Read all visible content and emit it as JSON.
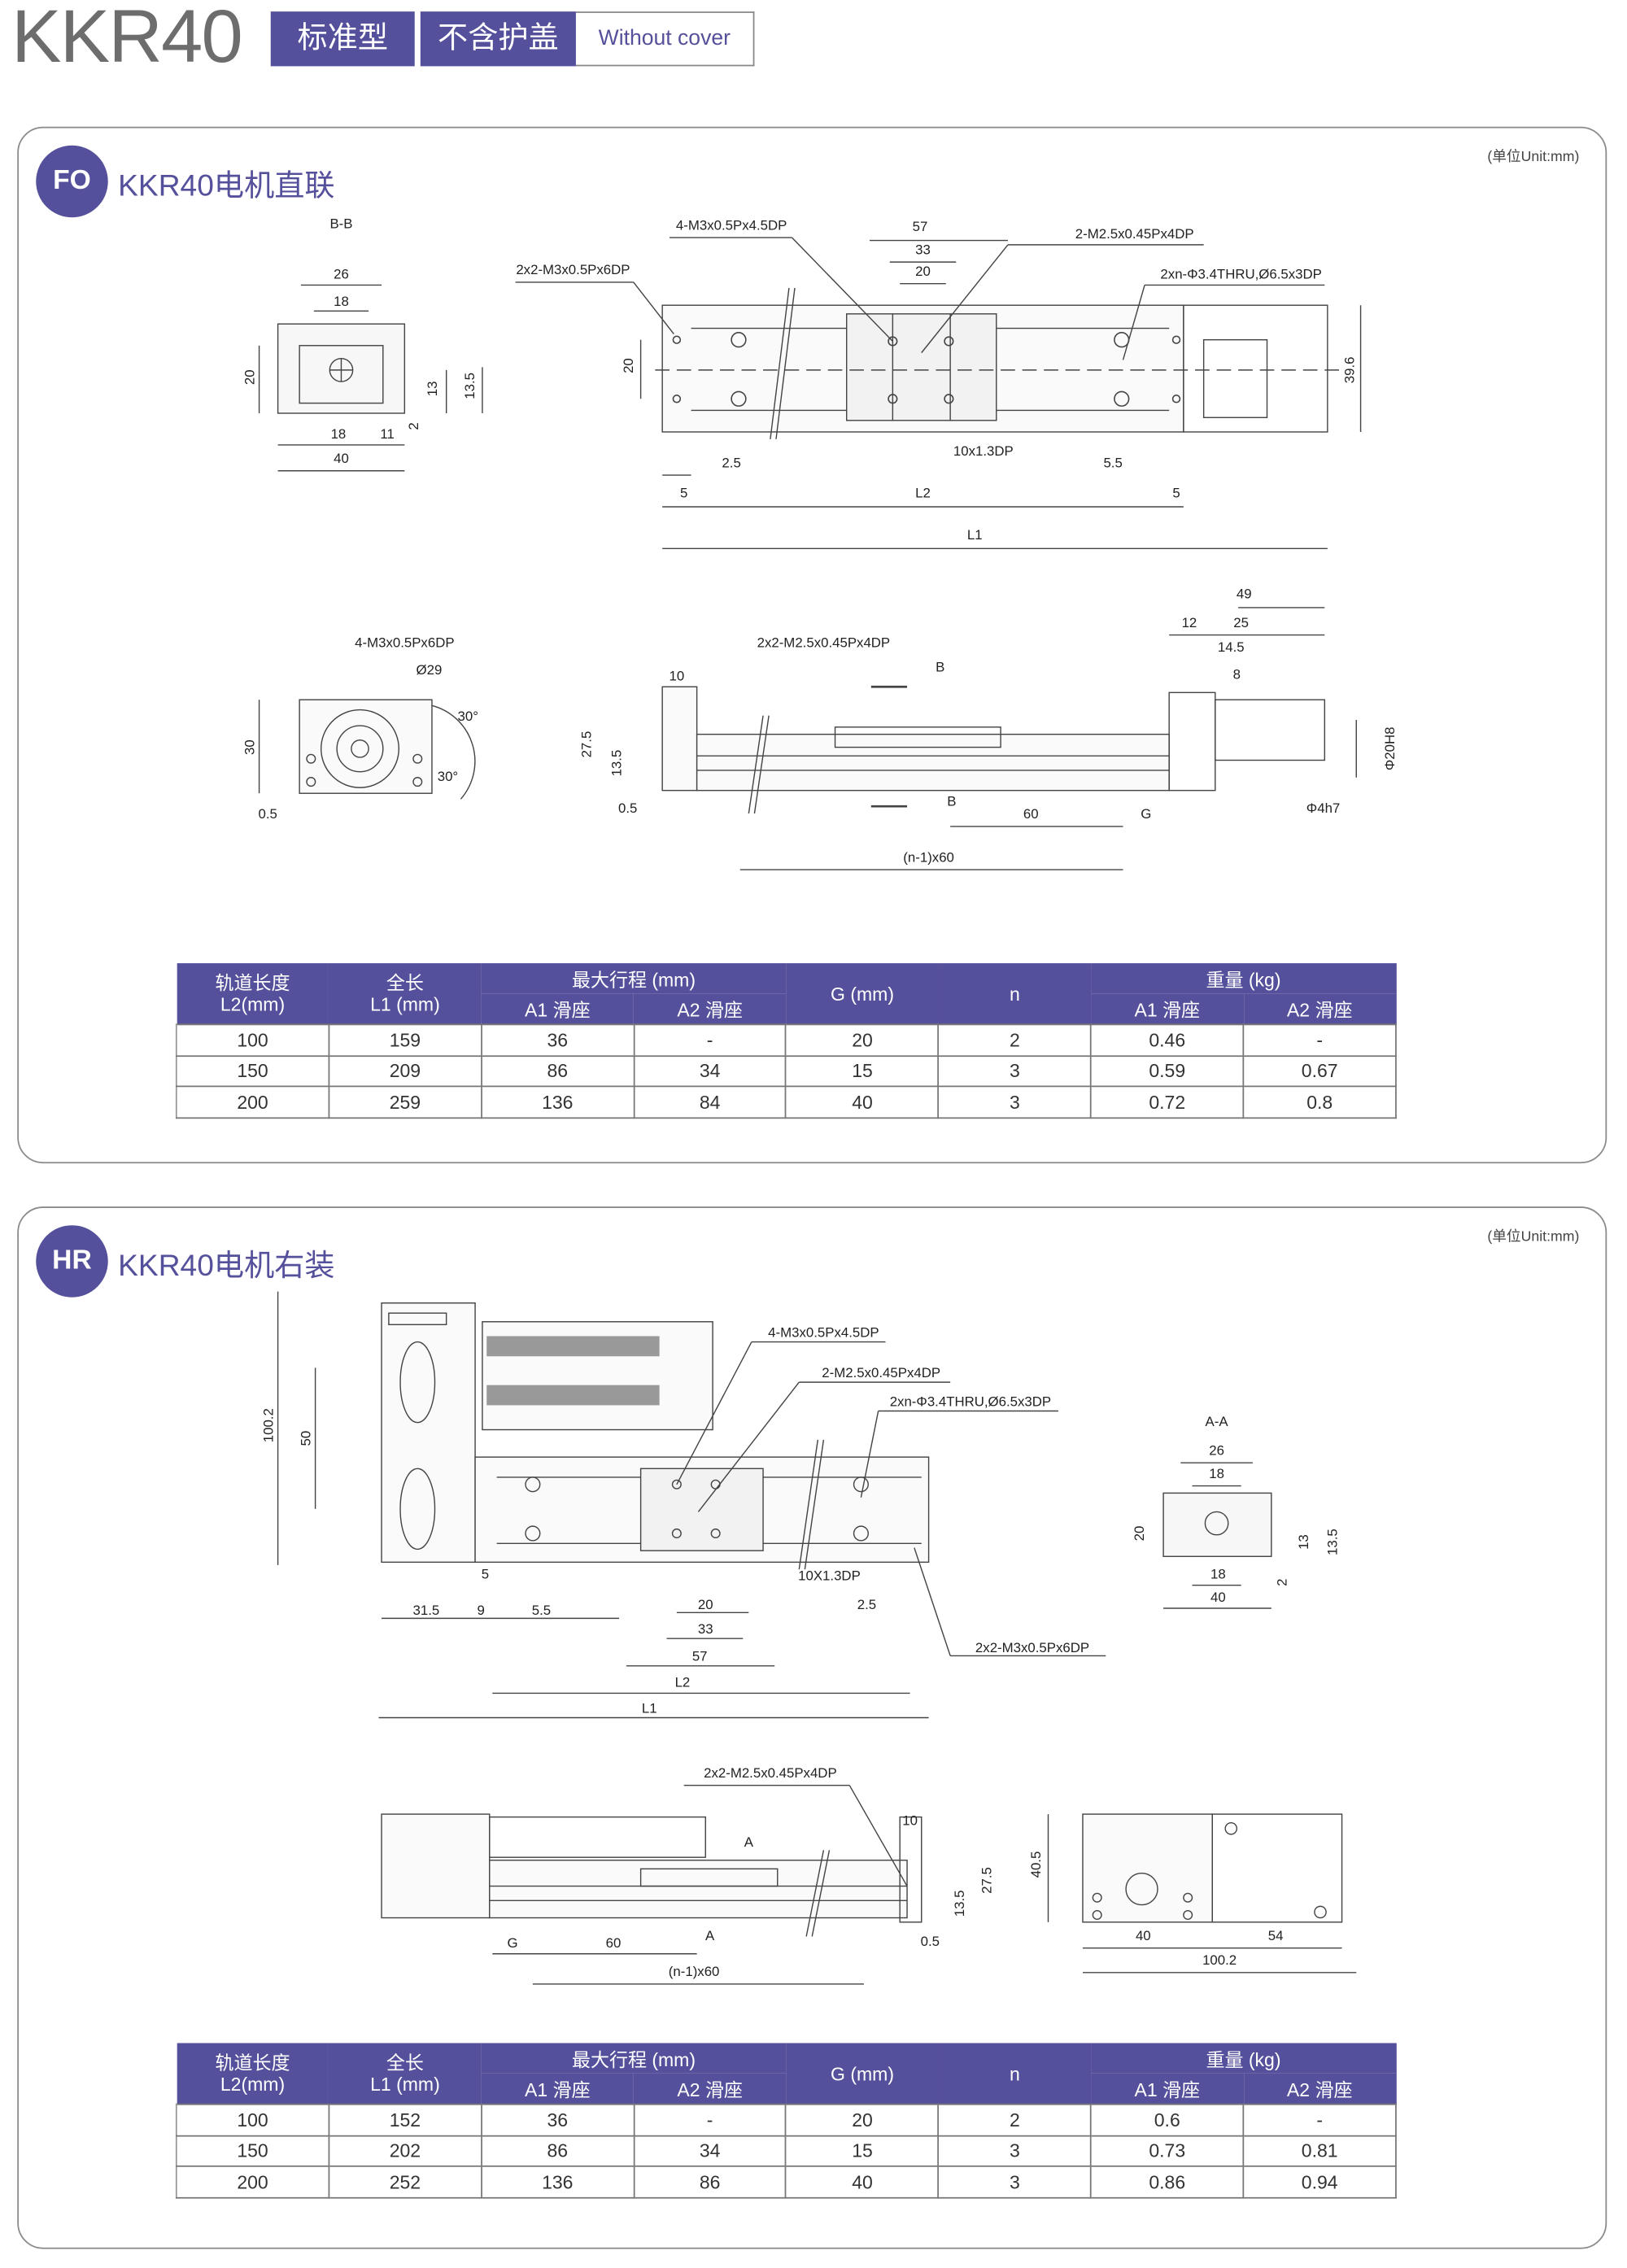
{
  "header": {
    "model": "KKR40",
    "tag_type": "标准型",
    "tag_cover_cn": "不含护盖",
    "tag_cover_en": "Without cover"
  },
  "colors": {
    "accent": "#55509b",
    "border": "#8a8a8a"
  },
  "fo": {
    "badge": "FO",
    "title": "KKR40电机直联",
    "unit": "(单位Unit:mm)",
    "labels": [
      "B-B",
      "26",
      "18",
      "20",
      "13",
      "13.5",
      "18",
      "11",
      "2",
      "40",
      "4-M3x0.5Px4.5DP",
      "57",
      "33",
      "20",
      "2-M2.5x0.45Px4DP",
      "2x2-M3x0.5Px6DP",
      "2xn-Φ3.4THRU,Ø6.5x3DP",
      "20",
      "39.6",
      "10x1.3DP",
      "2.5",
      "5.5",
      "5",
      "L2",
      "5",
      "L1",
      "4-M3x0.5Px6DP",
      "Ø29",
      "30°",
      "30",
      "30°",
      "0.5",
      "2x2-M2.5x0.45Px4DP",
      "10",
      "B",
      "27.5",
      "13.5",
      "0.5",
      "B",
      "60",
      "G",
      "(n-1)x60",
      "49",
      "12",
      "25",
      "14.5",
      "8",
      "Φ20H8",
      "Φ4h7"
    ],
    "table": {
      "headers": {
        "l2": [
          "轨道长度",
          "L2(mm)"
        ],
        "l1": [
          "全长",
          "L1 (mm)"
        ],
        "stroke": "最大行程 (mm)",
        "a1": "A1 滑座",
        "a2": "A2 滑座",
        "g": "G (mm)",
        "n": "n",
        "weight": "重量 (kg)",
        "wa1": "A1 滑座",
        "wa2": "A2 滑座"
      },
      "rows": [
        [
          "100",
          "159",
          "36",
          "-",
          "20",
          "2",
          "0.46",
          "-"
        ],
        [
          "150",
          "209",
          "86",
          "34",
          "15",
          "3",
          "0.59",
          "0.67"
        ],
        [
          "200",
          "259",
          "136",
          "84",
          "40",
          "3",
          "0.72",
          "0.8"
        ]
      ]
    }
  },
  "hr": {
    "badge": "HR",
    "title": "KKR40电机右装",
    "unit": "(单位Unit:mm)",
    "labels": [
      "100.2",
      "50",
      "4-M3x0.5Px4.5DP",
      "2-M2.5x0.45Px4DP",
      "2xn-Φ3.4THRU,Ø6.5x3DP",
      "A-A",
      "26",
      "18",
      "20",
      "13",
      "13.5",
      "18",
      "40",
      "2",
      "5",
      "10X1.3DP",
      "31.5",
      "9",
      "5.5",
      "20",
      "2.5",
      "33",
      "2x2-M3x0.5Px6DP",
      "57",
      "L2",
      "L1",
      "2x2-M2.5x0.45Px4DP",
      "10",
      "A",
      "40.5",
      "27.5",
      "13.5",
      "A",
      "G",
      "60",
      "0.5",
      "(n-1)x60",
      "40",
      "54",
      "100.2"
    ],
    "table": {
      "headers": {
        "l2": [
          "轨道长度",
          "L2(mm)"
        ],
        "l1": [
          "全长",
          "L1 (mm)"
        ],
        "stroke": "最大行程 (mm)",
        "a1": "A1 滑座",
        "a2": "A2 滑座",
        "g": "G (mm)",
        "n": "n",
        "weight": "重量 (kg)",
        "wa1": "A1 滑座",
        "wa2": "A2 滑座"
      },
      "rows": [
        [
          "100",
          "152",
          "36",
          "-",
          "20",
          "2",
          "0.6",
          "-"
        ],
        [
          "150",
          "202",
          "86",
          "34",
          "15",
          "3",
          "0.73",
          "0.81"
        ],
        [
          "200",
          "252",
          "136",
          "86",
          "40",
          "3",
          "0.86",
          "0.94"
        ]
      ]
    }
  }
}
